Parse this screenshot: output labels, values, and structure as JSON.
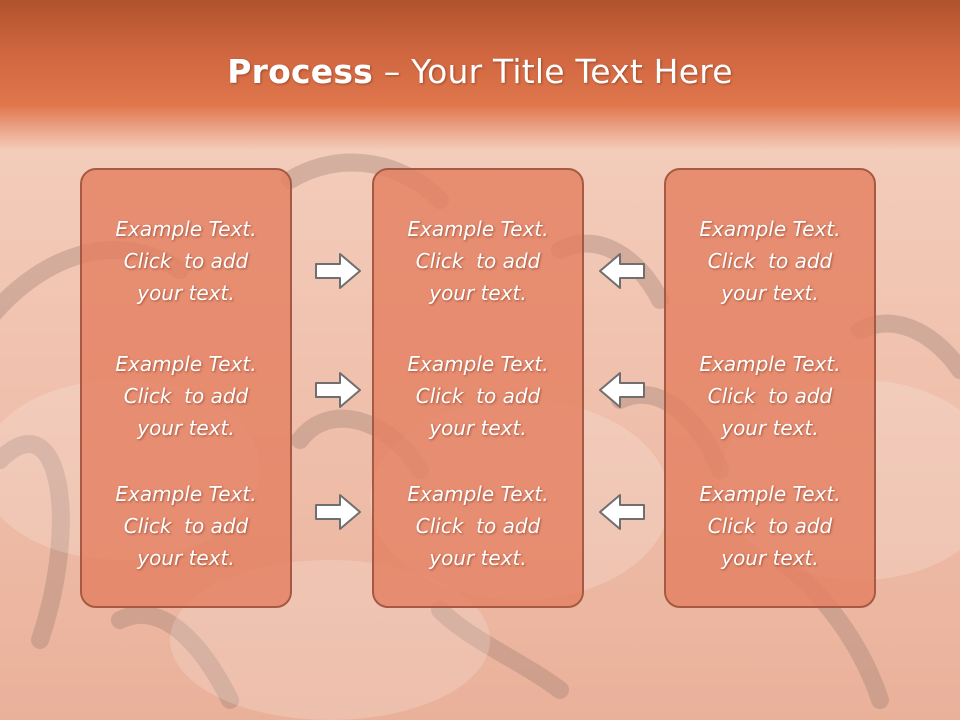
{
  "slide": {
    "title_bold": "Process",
    "title_rest": " – Your Title Text Here"
  },
  "panels": {
    "left": {
      "blocks": [
        {
          "line1": "Example Text.",
          "line2": "Click  to add",
          "line3": "your text."
        },
        {
          "line1": "Example Text.",
          "line2": "Click  to add",
          "line3": "your text."
        },
        {
          "line1": "Example Text.",
          "line2": "Click  to add",
          "line3": "your text."
        }
      ]
    },
    "middle": {
      "blocks": [
        {
          "line1": "Example Text.",
          "line2": "Click  to add",
          "line3": "your text."
        },
        {
          "line1": "Example Text.",
          "line2": "Click  to add",
          "line3": "your text."
        },
        {
          "line1": "Example Text.",
          "line2": "Click  to add",
          "line3": "your text."
        }
      ]
    },
    "right": {
      "blocks": [
        {
          "line1": "Example Text.",
          "line2": "Click  to add",
          "line3": "your text."
        },
        {
          "line1": "Example Text.",
          "line2": "Click  to add",
          "line3": "your text."
        },
        {
          "line1": "Example Text.",
          "line2": "Click  to add",
          "line3": "your text."
        }
      ]
    }
  },
  "arrows": {
    "left_to_middle": "arrow-right-icon",
    "right_to_middle": "arrow-left-icon"
  },
  "colors": {
    "header": "#cf6640",
    "panel_fill": "#e48062",
    "panel_border": "#a65a44",
    "arrow_fill": "#ffffff",
    "arrow_stroke": "#6f6f6f"
  }
}
